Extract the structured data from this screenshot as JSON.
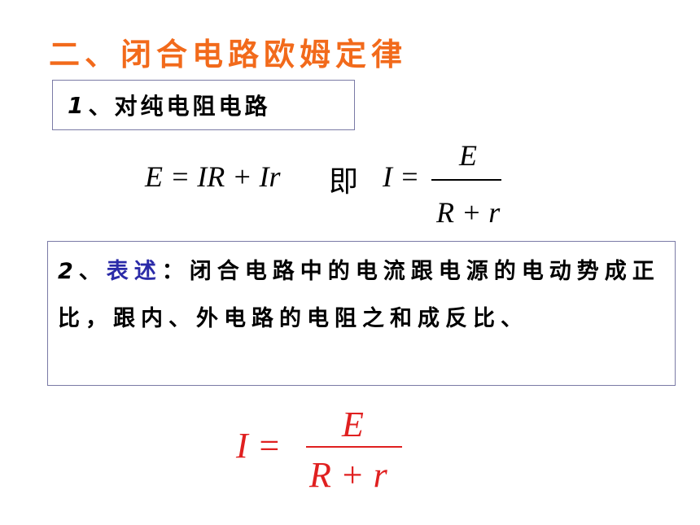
{
  "colors": {
    "title": "#f26a1b",
    "highlight": "#2b2ba8",
    "formula_red": "#e02020",
    "text": "#000000"
  },
  "title": "二、闭合电路欧姆定律",
  "section1": {
    "number": "1",
    "sep": "、",
    "label": "对纯电阻电路"
  },
  "equation1": {
    "lhs": "E = IR + Ir",
    "connector": "即",
    "frac_lhs": "I =",
    "numerator": "E",
    "denominator": "R + r"
  },
  "section2": {
    "number": "2",
    "sep": "、",
    "keyword": "表述",
    "colon": "：",
    "text": "闭合电路中的电流跟电源的电动势成正比，跟内、外电路的电阻之和成反比、"
  },
  "equation2": {
    "lhs": "I =",
    "numerator": "E",
    "denominator": "R + r"
  }
}
